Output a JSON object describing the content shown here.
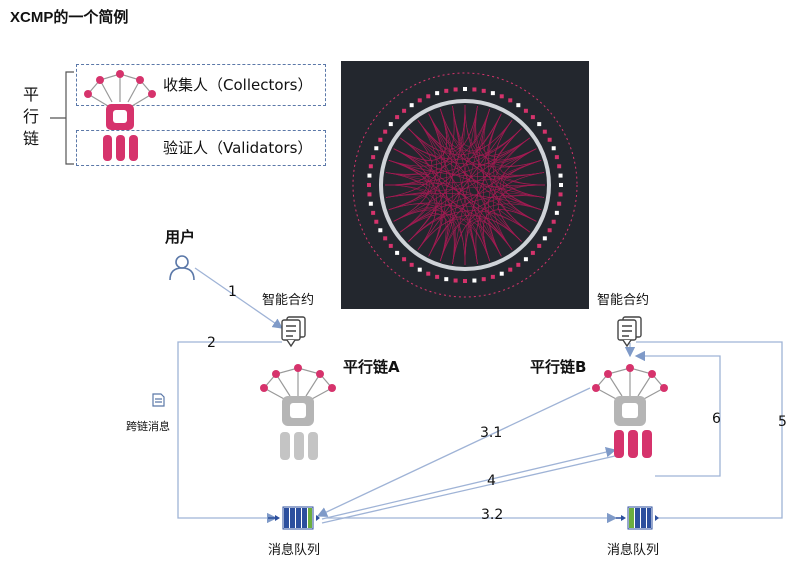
{
  "title": "XCMP的一个简例",
  "legend": {
    "vertical_label": [
      "平",
      "行",
      "链"
    ],
    "collectors": "收集人（Collectors）",
    "validators": "验证人（Validators）"
  },
  "user_label": "用户",
  "contract_a_label": "智能合约",
  "contract_b_label": "智能合约",
  "chain_a_label": "平行链A",
  "chain_b_label": "平行链B",
  "crosschain_msg_label": "跨链消息",
  "queue_a_label": "消息队列",
  "queue_b_label": "消息队列",
  "steps": {
    "s1": "1",
    "s2": "2",
    "s31": "3.1",
    "s32": "3.2",
    "s4": "4",
    "s5": "5",
    "s6": "6"
  },
  "colors": {
    "accent_pink": "#d6336c",
    "gray": "#b5b5b5",
    "line_blue": "#9fb3d6",
    "dark_panel": "#23272e"
  }
}
